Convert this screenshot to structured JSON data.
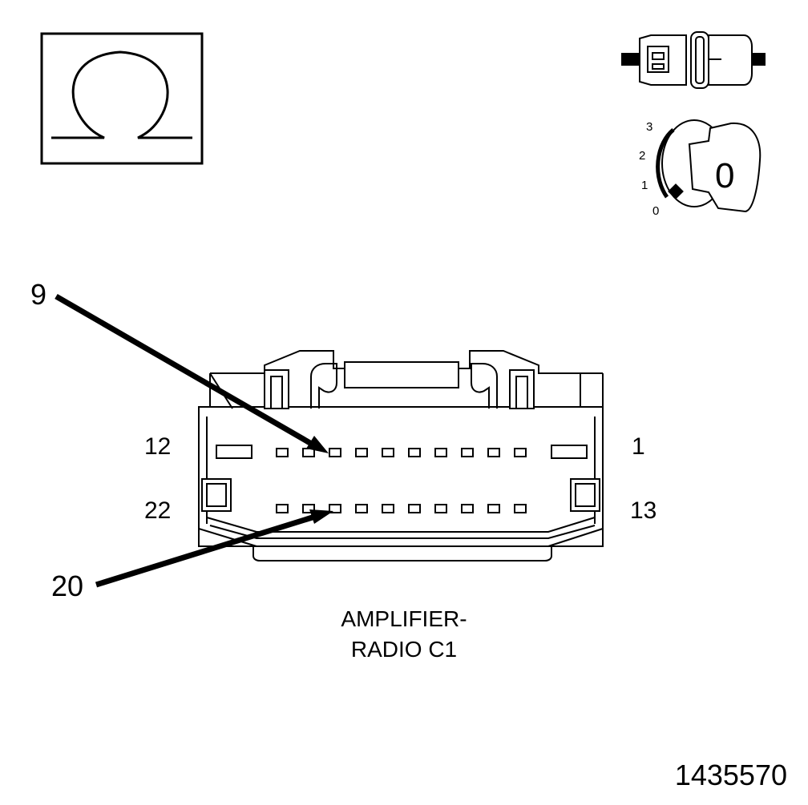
{
  "ohm_symbol": {
    "icon": "ohm-icon"
  },
  "connector_icon": {
    "icon": "connector-disconnected-icon"
  },
  "ignition": {
    "icon": "ignition-key-icon",
    "positions": [
      "3",
      "2",
      "1",
      "0"
    ],
    "key_label": "0"
  },
  "callouts": {
    "pin_9": "9",
    "pin_20": "20"
  },
  "pin_labels": {
    "top_left": "12",
    "top_right": "1",
    "bottom_left": "22",
    "bottom_right": "13"
  },
  "caption": {
    "line1": "AMPLIFIER-",
    "line2": "RADIO C1"
  },
  "figure_id": "1435570"
}
